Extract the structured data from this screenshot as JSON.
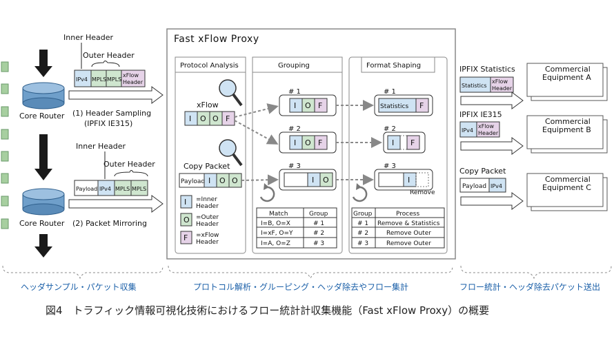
{
  "figure": {
    "caption": "図4　トラフィック情報可視化技術におけるフロー統計計収集機能（Fast xFlow Proxy）の概要",
    "sections": {
      "left": "ヘッダサンプル・パケット収集",
      "middle": "プロトコル解析・グルーピング・ヘッダ除去やフロー集計",
      "right": "フロー統計・ヘッダ除去パケット送出"
    }
  },
  "left": {
    "router_label": "Core Router",
    "inner_header": "Inner Header",
    "outer_header": "Outer Header",
    "sampling_label": "(1)  Header Sampling",
    "sampling_sub": "(IPFIX IE315)",
    "mirroring_label": "(2)  Packet Mirroring",
    "packet1": [
      "IPv4",
      "MPLS",
      "MPLS",
      "xFlow",
      "Header"
    ],
    "packet2": [
      "Payload",
      "IPv4",
      "MPLS",
      "MPLS"
    ]
  },
  "proxy": {
    "title": "Fast xFlow Proxy",
    "protocol_analysis": "Protocol Analysis",
    "grouping": "Grouping",
    "format_shaping": "Format Shaping",
    "xflow_label": "xFlow",
    "xflow_cells": [
      "I",
      "O",
      "O",
      "F"
    ],
    "copy_packet_label": "Copy Packet",
    "copy_cells": [
      "Payload",
      "I",
      "O",
      "O"
    ],
    "legend": [
      {
        "key": "I",
        "line1": "=Inner",
        "line2": "Header"
      },
      {
        "key": "O",
        "line1": "=Outer",
        "line2": "Header"
      },
      {
        "key": "F",
        "line1": "=xFlow",
        "line2": "Header"
      }
    ],
    "groups": [
      {
        "id": "# 1",
        "cells": [
          "I",
          "O",
          "F"
        ]
      },
      {
        "id": "# 2",
        "cells": [
          "I",
          "O",
          "F"
        ]
      },
      {
        "id": "# 3",
        "cells": [
          "",
          "I",
          "O"
        ]
      }
    ],
    "shaped": [
      {
        "id": "# 1",
        "cells": [
          "Statistics",
          "F"
        ]
      },
      {
        "id": "# 2",
        "cells": [
          "I",
          "F"
        ]
      },
      {
        "id": "# 3",
        "cells": [
          "",
          "I"
        ],
        "note": "Remove"
      }
    ],
    "match_table": {
      "headers": [
        "Match",
        "Group"
      ],
      "rows": [
        [
          "I=B, O=X",
          "# 1"
        ],
        [
          "I=xF, O=Y",
          "# 2"
        ],
        [
          "I=A, O=Z",
          "# 3"
        ]
      ]
    },
    "process_table": {
      "headers": [
        "Group",
        "Process"
      ],
      "rows": [
        [
          "# 1",
          "Remove & Statistics"
        ],
        [
          "# 2",
          "Remove Outer"
        ],
        [
          "# 3",
          "Remove Outer"
        ]
      ]
    }
  },
  "right": {
    "outputs": [
      {
        "label": "IPFIX Statistics",
        "cells": [
          "Statistics",
          "xFlow",
          "Header"
        ],
        "equipment": [
          "Commercial",
          "Equipment A"
        ]
      },
      {
        "label": "IPFIX IE315",
        "cells": [
          "IPv4",
          "xFlow",
          "Header"
        ],
        "equipment": [
          "Commercial",
          "Equipment B"
        ]
      },
      {
        "label": "Copy Packet",
        "cells": [
          "Payload",
          "IPv4"
        ],
        "equipment": [
          "Commercial",
          "Equipment C"
        ]
      }
    ]
  },
  "colors": {
    "inner": "#cfe3f3",
    "outer": "#cfe6cf",
    "xflow": "#e6d3e8",
    "accent": "#1a5fa8",
    "router": "#6f9fca"
  }
}
